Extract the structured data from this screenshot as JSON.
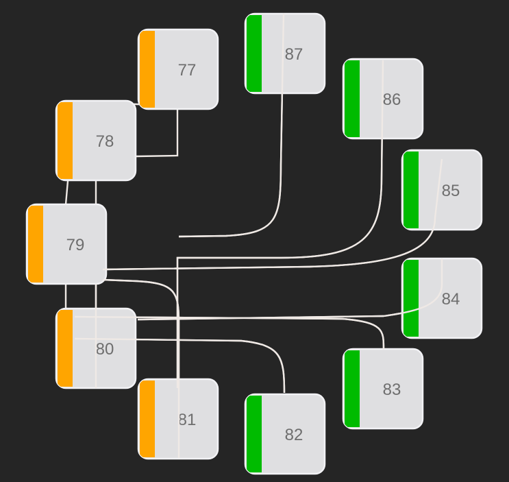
{
  "colors": {
    "background": "#252525",
    "node_fill": "#dfdfe1",
    "node_border": "#f2f2f5",
    "orange_group": "#ffa500",
    "green_group": "#00bb00",
    "edge": "#efe9e5",
    "label": "#6e6e6e"
  },
  "nodes": [
    {
      "id": "77",
      "label": "77",
      "group": "orange"
    },
    {
      "id": "78",
      "label": "78",
      "group": "orange"
    },
    {
      "id": "79",
      "label": "79",
      "group": "orange"
    },
    {
      "id": "80",
      "label": "80",
      "group": "orange"
    },
    {
      "id": "81",
      "label": "81",
      "group": "orange"
    },
    {
      "id": "82",
      "label": "82",
      "group": "green"
    },
    {
      "id": "83",
      "label": "83",
      "group": "green"
    },
    {
      "id": "84",
      "label": "84",
      "group": "green"
    },
    {
      "id": "85",
      "label": "85",
      "group": "green"
    },
    {
      "id": "86",
      "label": "86",
      "group": "green"
    },
    {
      "id": "87",
      "label": "87",
      "group": "green"
    }
  ],
  "edges": [
    {
      "from": "77",
      "to": "78"
    },
    {
      "from": "78",
      "to": "79"
    },
    {
      "from": "78",
      "to": "80"
    },
    {
      "from": "79",
      "to": "80"
    },
    {
      "from": "79",
      "to": "81"
    },
    {
      "from": "79",
      "to": "85"
    },
    {
      "from": "79",
      "to": "86"
    },
    {
      "from": "80",
      "to": "82"
    },
    {
      "from": "80",
      "to": "83"
    },
    {
      "from": "80",
      "to": "84"
    },
    {
      "from": "81",
      "to": "87"
    }
  ]
}
